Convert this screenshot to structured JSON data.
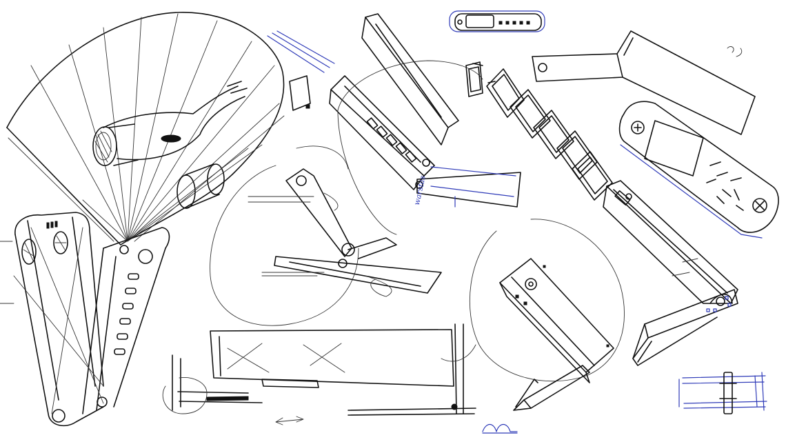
{
  "canvas": {
    "background": "#ffffff",
    "ink_color": "#111111",
    "accent_ink_color": "#2e3ab8"
  },
  "annotations": {
    "handwritten_note": "warstas"
  },
  "sketch_items": [
    {
      "name": "fan-lamp-sketch",
      "icon": "lamp-icon"
    },
    {
      "name": "folded-arm-sketch",
      "icon": "arm-icon"
    },
    {
      "name": "hinge-mechanism-sketch",
      "icon": "hinge-icon"
    },
    {
      "name": "bracket-sketch",
      "icon": "bracket-icon"
    },
    {
      "name": "remote-control-sketch",
      "icon": "remote-icon"
    },
    {
      "name": "l-shape-lamp-sketch",
      "icon": "lamp-icon"
    }
  ]
}
